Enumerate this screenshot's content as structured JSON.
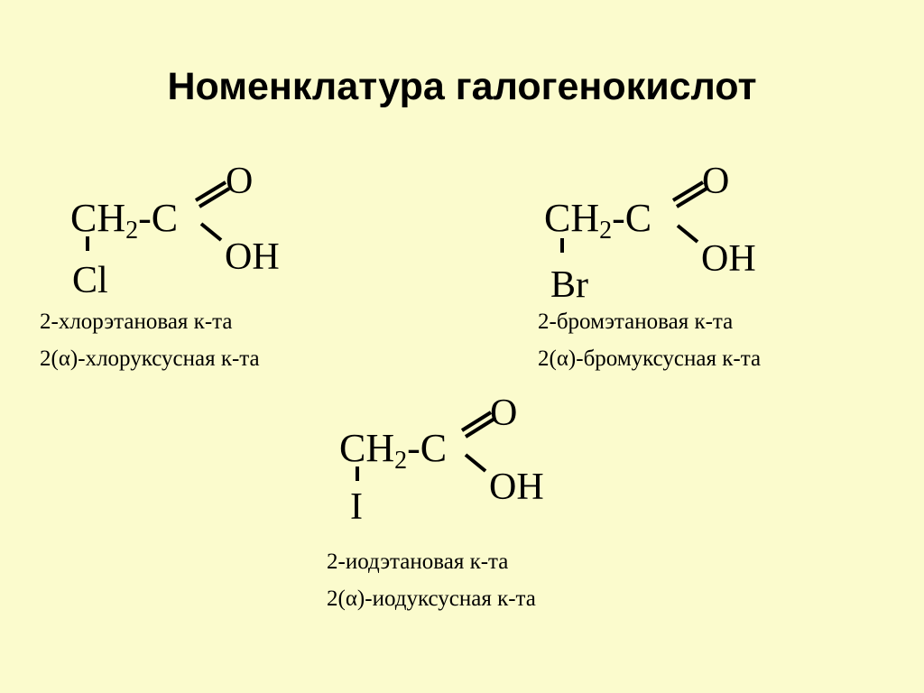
{
  "slide": {
    "title": "Номенклатура галогенокислот",
    "background": "#fbfbcd",
    "compounds": [
      {
        "ch2": "CH",
        "sub": "2",
        "c": "-C",
        "o": "O",
        "oh": "OH",
        "halogen": "Cl",
        "name_systematic": "2-хлорэтановая к-та",
        "name_trivial": "2(α)-хлоруксусная к-та"
      },
      {
        "ch2": "CH",
        "sub": "2",
        "c": "-C",
        "o": "O",
        "oh": "OH",
        "halogen": "Br",
        "name_systematic": "2-бромэтановая к-та",
        "name_trivial": "2(α)-бромуксусная к-та"
      },
      {
        "ch2": "CH",
        "sub": "2",
        "c": "-C",
        "o": "O",
        "oh": "OH",
        "halogen": "I",
        "name_systematic": "2-иодэтановая к-та",
        "name_trivial": "2(α)-иодуксусная к-та"
      }
    ]
  }
}
